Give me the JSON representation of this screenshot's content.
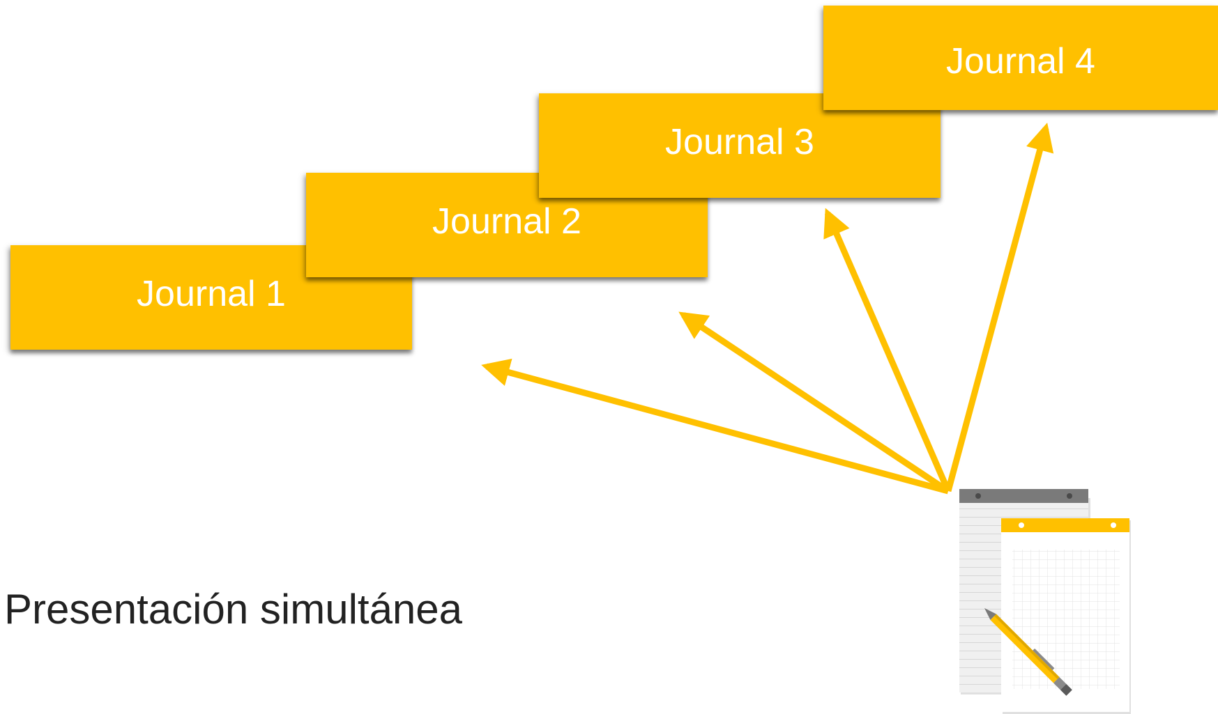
{
  "journals": [
    {
      "label": "Journal 1"
    },
    {
      "label": "Journal 2"
    },
    {
      "label": "Journal 3"
    },
    {
      "label": "Journal 4"
    }
  ],
  "caption": "Presentación simultánea",
  "colors": {
    "accent": "#FFC000",
    "label_text": "#FFFFFF",
    "caption_text": "#222222"
  },
  "icons": [
    "arrow-icon",
    "notepad-pencil-icon"
  ]
}
